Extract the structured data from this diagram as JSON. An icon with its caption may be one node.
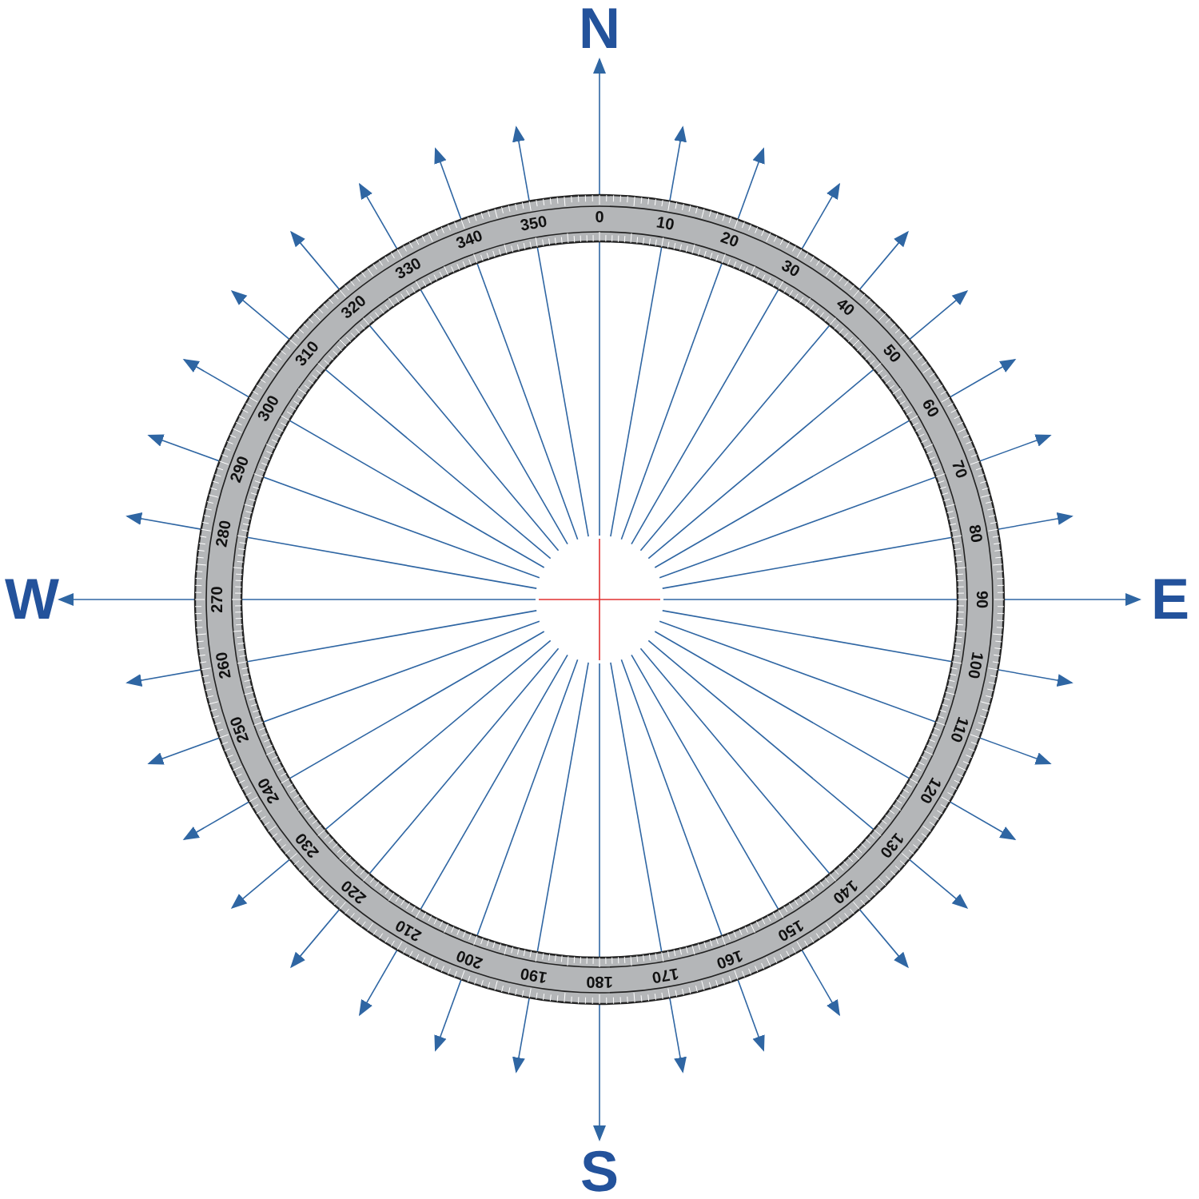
{
  "diagram": {
    "labels": [
      "N",
      "W",
      "E",
      "S",
      "0",
      "10",
      "20",
      "30",
      "40",
      "50",
      "60",
      "70",
      "80",
      "90",
      "100",
      "110",
      "120",
      "130",
      "140",
      "150",
      "160",
      "170",
      "180",
      "190",
      "200",
      "210",
      "220",
      "230",
      "240",
      "250",
      "260",
      "270",
      "280",
      "290",
      "300",
      "310",
      "320",
      "330",
      "340",
      "350"
    ]
  }
}
